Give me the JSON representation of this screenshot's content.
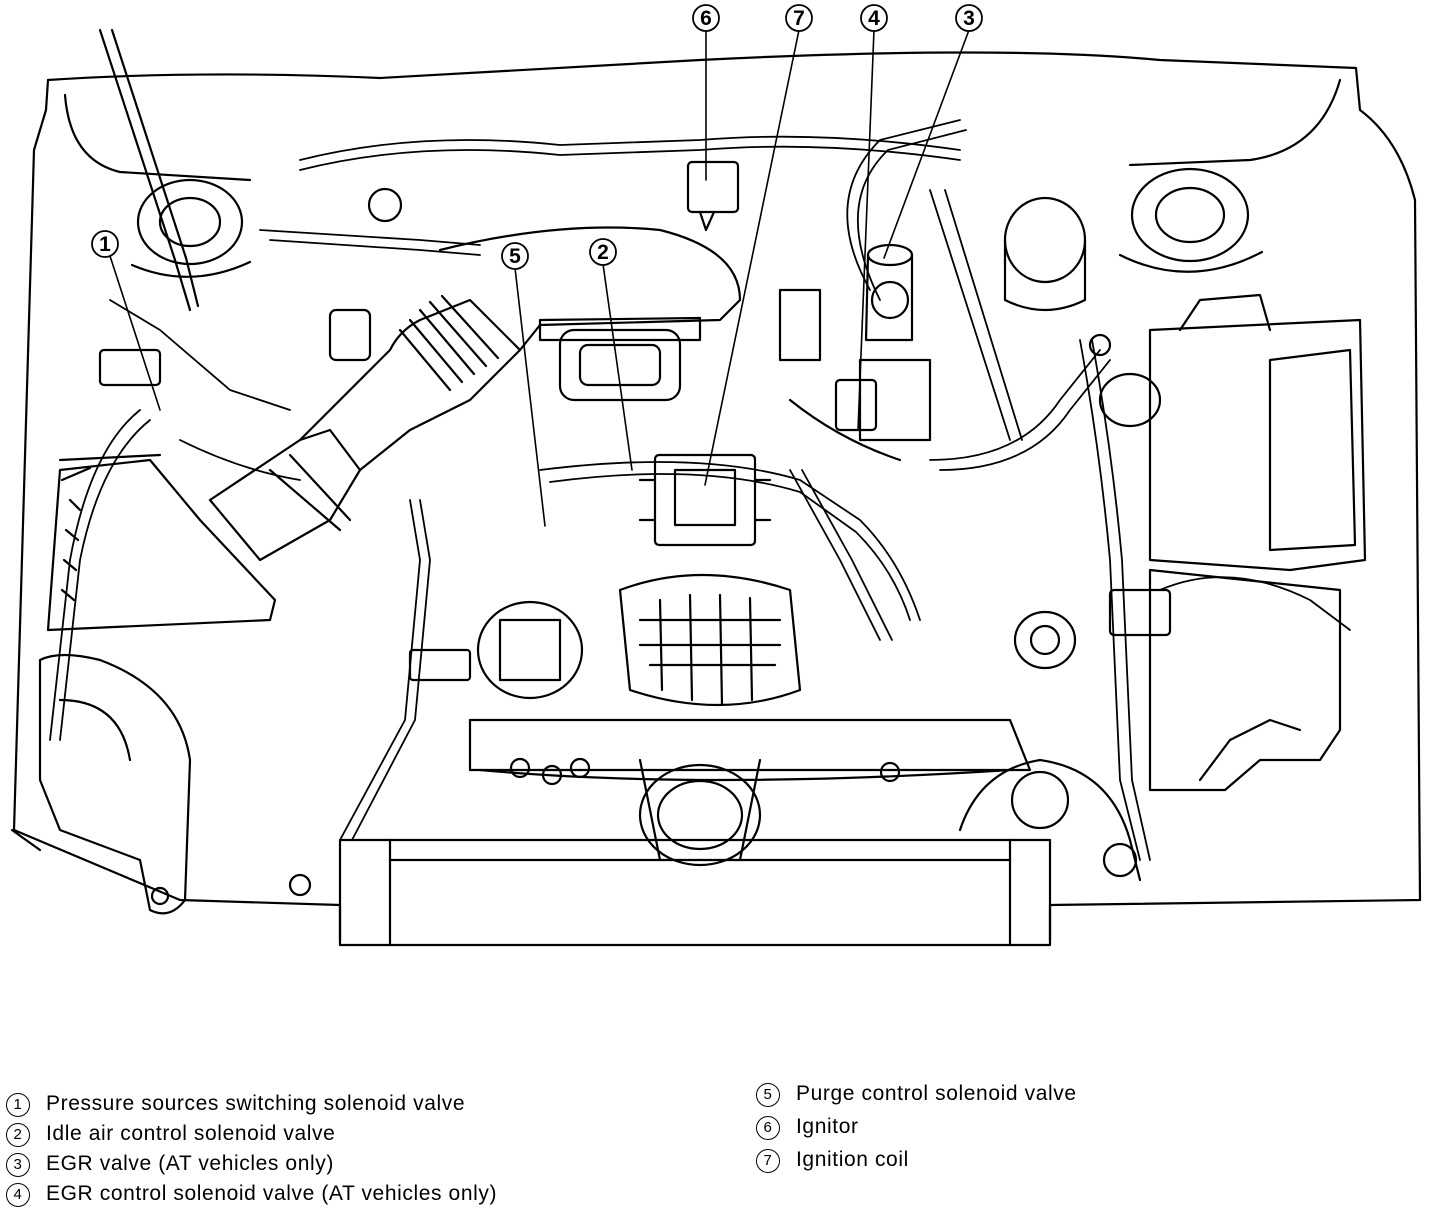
{
  "callouts": [
    {
      "num": "1"
    },
    {
      "num": "2"
    },
    {
      "num": "3"
    },
    {
      "num": "4"
    },
    {
      "num": "5"
    },
    {
      "num": "6"
    },
    {
      "num": "7"
    }
  ],
  "legend": [
    {
      "num": "1",
      "text": "Pressure sources switching solenoid valve"
    },
    {
      "num": "2",
      "text": "Idle air control solenoid valve"
    },
    {
      "num": "3",
      "text": "EGR valve (AT vehicles only)"
    },
    {
      "num": "4",
      "text": "EGR control solenoid valve (AT vehicles only)"
    },
    {
      "num": "5",
      "text": "Purge control solenoid valve"
    },
    {
      "num": "6",
      "text": "Ignitor"
    },
    {
      "num": "7",
      "text": "Ignition coil"
    }
  ]
}
